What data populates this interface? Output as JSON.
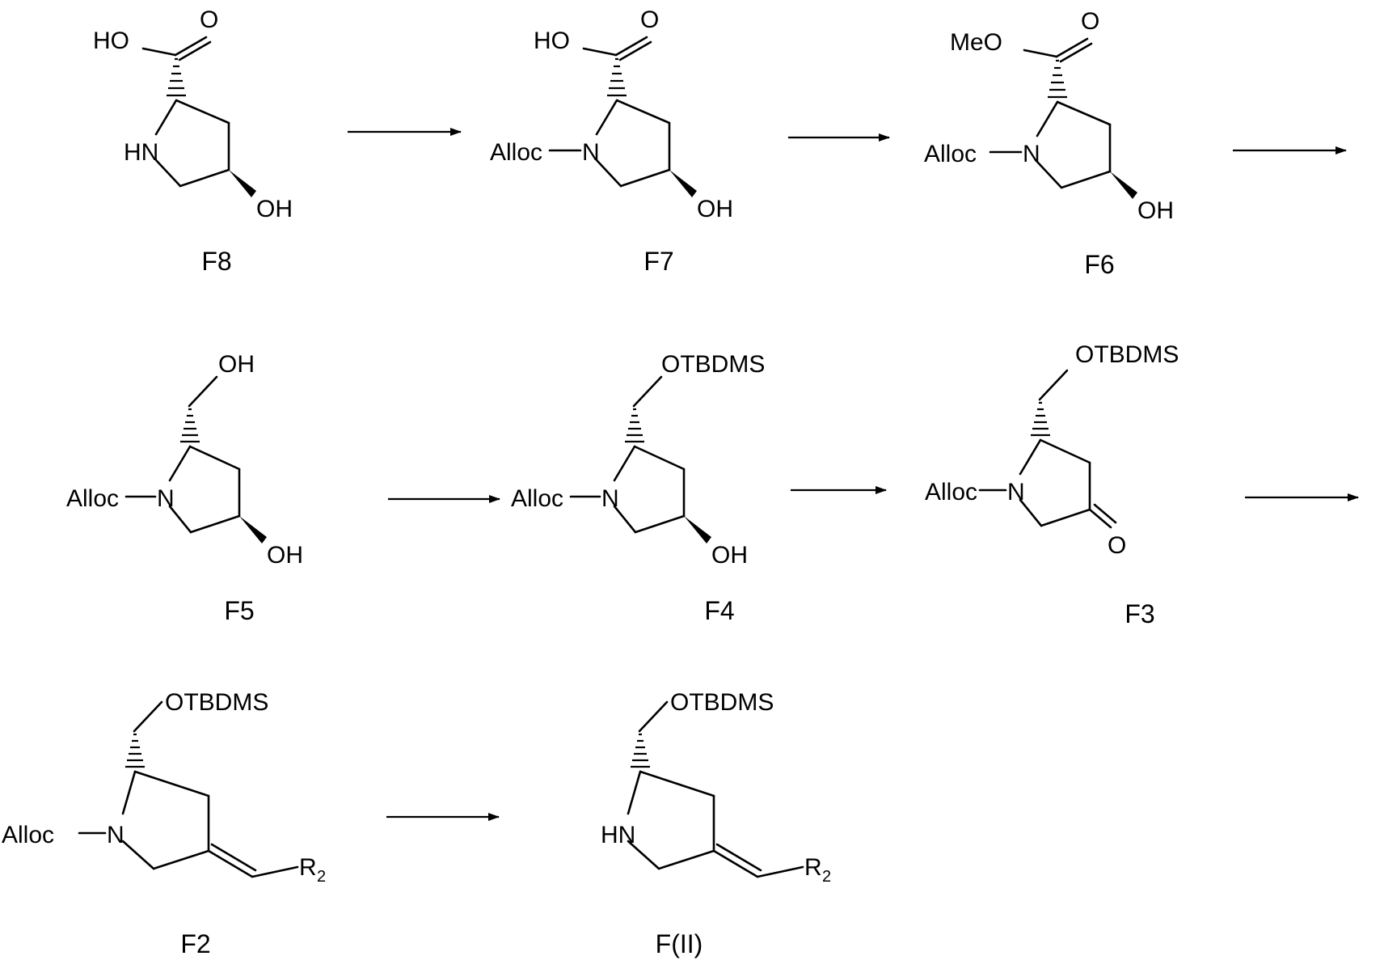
{
  "labels": {
    "ho": "HO",
    "oh": "OH",
    "o": "O",
    "hn": "HN",
    "n": "N",
    "alloc": "Alloc",
    "meo": "MeO",
    "otbdms": "OTBDMS",
    "r": "R",
    "r_sub": "2"
  },
  "compounds": {
    "f8": "F8",
    "f7": "F7",
    "f6": "F6",
    "f5": "F5",
    "f4": "F4",
    "f3": "F3",
    "f2": "F2",
    "f_ii": "F(II)"
  }
}
